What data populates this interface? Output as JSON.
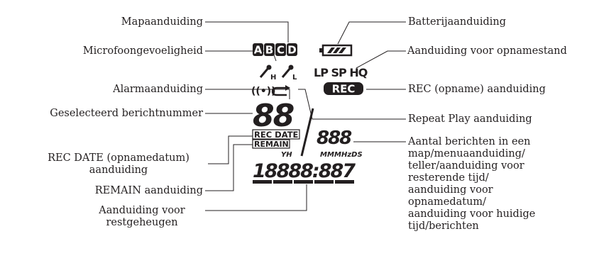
{
  "labels": {
    "folder": "Mapaanduiding",
    "mic": "Microfoongevoeligheid",
    "alarm": "Alarmaanduiding",
    "selected": "Geselecteerd berichtnummer",
    "recdate_1": "REC DATE (opnamedatum)",
    "recdate_2": "aanduiding",
    "remain": "REMAIN aanduiding",
    "memory_1": "Aanduiding voor",
    "memory_2": "restgeheugen",
    "battery": "Batterijaanduiding",
    "recmode": "Aanduiding voor opnamestand",
    "rec": "REC (opname) aanduiding",
    "repeat": "Repeat Play aanduiding",
    "count_lines": [
      "Aantal berichten in een",
      "map/menuaanduiding/",
      "teller/aanduiding voor",
      "resterende tijd/",
      "aanduiding voor",
      "opnamedatum/",
      "aanduiding voor huidige",
      "tijd/berichten"
    ]
  },
  "lcd": {
    "folders": [
      "A",
      "B",
      "C",
      "D"
    ],
    "mic_h": "H",
    "mic_l": "L",
    "modes": "LP SP HQ",
    "rec": "REC",
    "alarm": "((•))",
    "rec_date": "REC DATE",
    "remain": "REMAIN",
    "yh": "YH",
    "mm": "MM",
    "mhzds": "MHzDS",
    "big_digits": "88",
    "small_digits": "888",
    "bottom_digits": "18888:887"
  }
}
